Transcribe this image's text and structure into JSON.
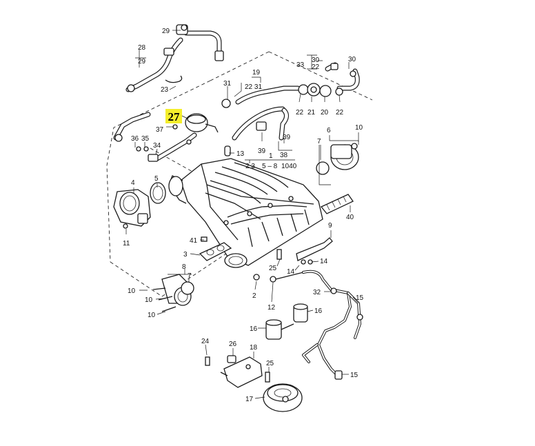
{
  "highlight": {
    "label": "27",
    "color": "#f4ee2c"
  },
  "callouts": {
    "p29_top": "29",
    "p28": "28",
    "p29_mid": "29",
    "p23": "23",
    "p19": "19",
    "p22_31": "22 31",
    "p31": "31",
    "p33": "33",
    "p30_a": "30",
    "p22_a": "22",
    "p30_b": "30",
    "p22_b": "22",
    "p21": "21",
    "p20": "20",
    "p22_c": "22",
    "p37": "37",
    "p36": "36",
    "p35": "35",
    "p34": "34",
    "p39_a": "39",
    "p39_b": "39",
    "p38": "38",
    "p13": "13",
    "p1": "1",
    "p23_row": "2 3",
    "p5_8": "5 – 8",
    "p10_40": "1040",
    "p6": "6",
    "p10_top": "10",
    "p7_top": "7",
    "p4": "4",
    "p5": "5",
    "p9": "9",
    "p40": "40",
    "p11": "11",
    "p41": "41",
    "p3": "3",
    "p25_mid": "25",
    "p14_a": "14",
    "p14_b": "14",
    "p8": "8",
    "p7": "7",
    "p10_a": "10",
    "p10_b": "10",
    "p10_c": "10",
    "p2": "2",
    "p12": "12",
    "p32": "32",
    "p15_a": "15",
    "p16_a": "16",
    "p16_b": "16",
    "p24": "24",
    "p26": "26",
    "p18": "18",
    "p25_b": "25",
    "p15_b": "15",
    "p17": "17"
  }
}
